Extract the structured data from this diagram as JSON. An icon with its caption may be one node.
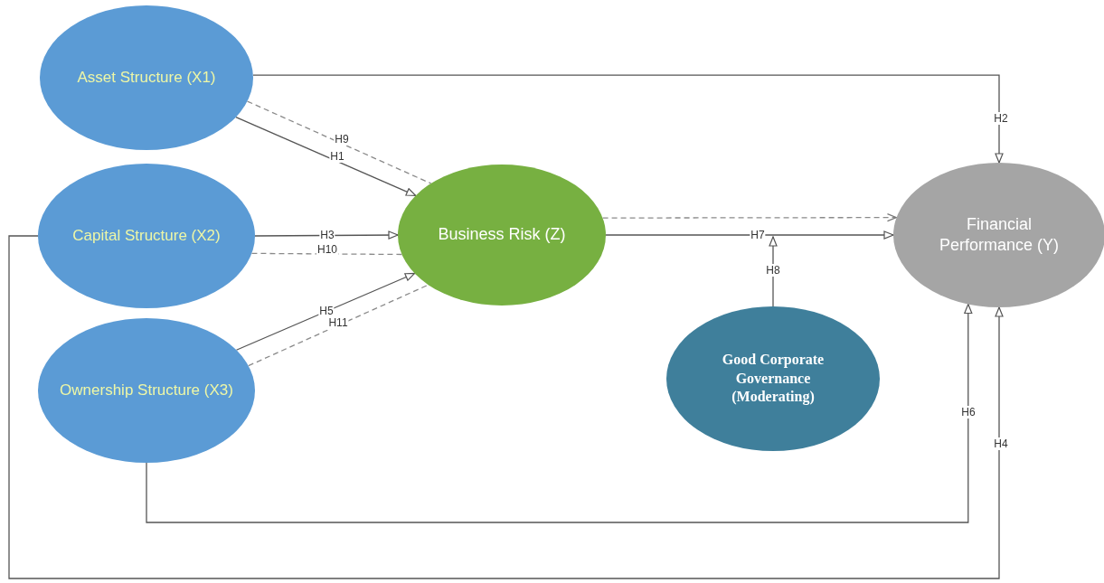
{
  "diagram": {
    "nodes": [
      {
        "text": [
          "Asset Structure (X1)"
        ]
      },
      {
        "text": [
          "Capital Structure (X2)"
        ]
      },
      {
        "text": [
          "Ownership Structure (X3)"
        ]
      },
      {
        "text": [
          "Business Risk (Z)"
        ]
      },
      {
        "text": [
          "Financial Performance (Y)"
        ]
      },
      {
        "text": [
          "Good Corporate Governance (Moderating)"
        ]
      }
    ],
    "edges": [
      {
        "from": 0,
        "to": 4,
        "arrow": "to",
        "label": "H2"
      },
      {
        "from": 0,
        "to": 3,
        "arrow": "to",
        "label": "H1"
      },
      {
        "from": 0,
        "to": 3,
        "arrow": "none",
        "label": "H9",
        "style": "dashed"
      },
      {
        "from": 1,
        "to": 3,
        "arrow": "to",
        "label": "H3"
      },
      {
        "from": 1,
        "to": 3,
        "arrow": "none",
        "label": "H10",
        "style": "dashed"
      },
      {
        "from": 2,
        "to": 3,
        "arrow": "to",
        "label": "H5"
      },
      {
        "from": 2,
        "to": 3,
        "arrow": "none",
        "label": "H11",
        "style": "dashed"
      },
      {
        "from": 3,
        "to": 4,
        "arrow": "to",
        "label": "H7"
      },
      {
        "from": 3,
        "to": 4,
        "arrow": "to",
        "style": "dashed"
      },
      {
        "from": 5,
        "to": null,
        "arrow": "to",
        "label": "H8"
      },
      {
        "from": 2,
        "to": 4,
        "arrow": "to",
        "label": "H6"
      },
      {
        "from": 1,
        "to": 4,
        "arrow": "to",
        "label": "H4"
      }
    ]
  }
}
